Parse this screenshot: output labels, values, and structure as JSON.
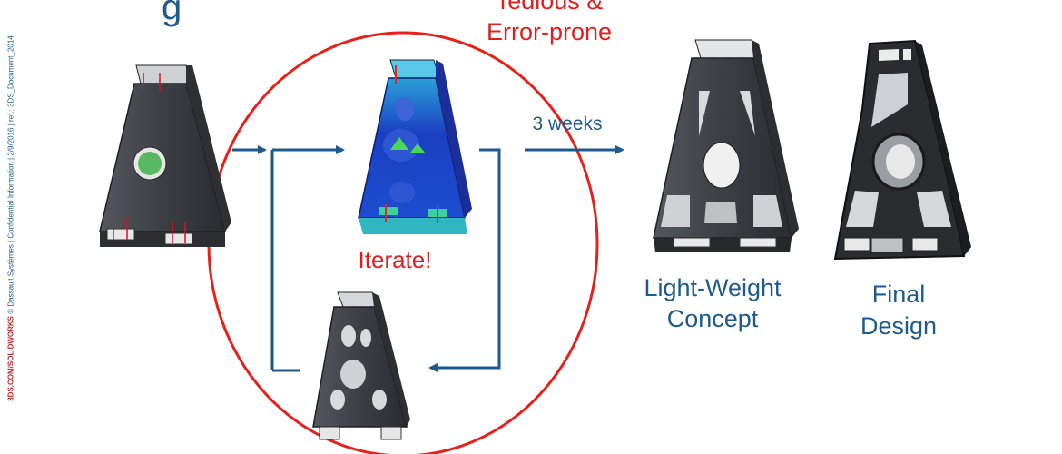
{
  "header": {
    "title_fragment": "g",
    "tedious_line1": "Tedious &",
    "tedious_line2": "Error-prone"
  },
  "sidebar": {
    "brand": "3DS.COM/SOLIDWORKS",
    "note": " © Dassault Systèmes | Confidential Information | 2/9/2016 | ref.: 3DS_Document_2014"
  },
  "flow": {
    "duration_label": "3 weeks",
    "iterate_label": "Iterate!",
    "concept_line1": "Light-Weight",
    "concept_line2": "Concept",
    "final_line1": "Final",
    "final_line2": "Design"
  },
  "colors": {
    "accent": "#1e5a8c",
    "highlight": "#e02020",
    "part": "#3c3f44",
    "part_dark": "#26282c"
  }
}
